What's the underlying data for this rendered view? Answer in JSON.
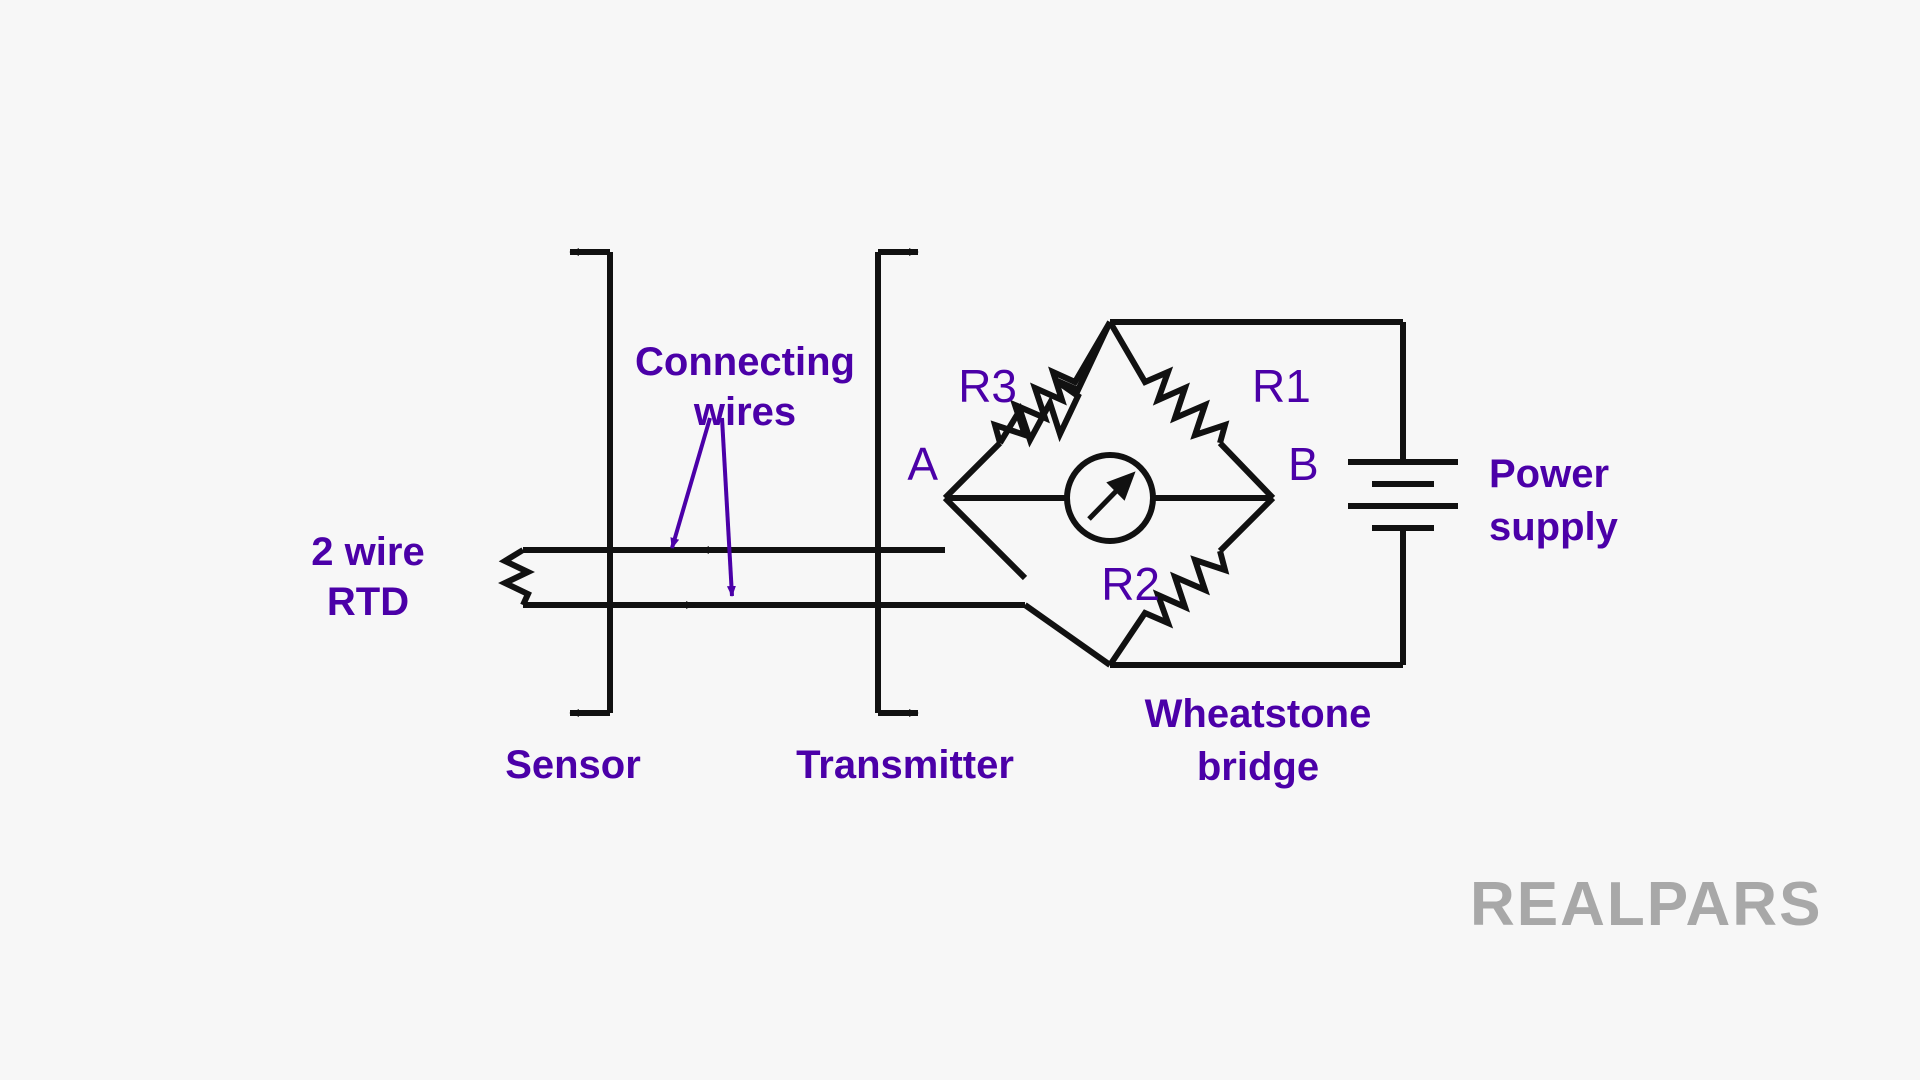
{
  "diagram": {
    "title": "2 wire RTD connected to transmitter Wheatstone bridge",
    "background_color": "#f7f7f7",
    "line_color": "#111111",
    "label_color": "#4b00a8",
    "logo_color": "#a8a8a8"
  },
  "labels": {
    "rtd_line1": "2 wire",
    "rtd_line2": "RTD",
    "connecting_line1": "Connecting",
    "connecting_line2": "wires",
    "sensor": "Sensor",
    "transmitter": "Transmitter",
    "wheatstone_line1": "Wheatstone",
    "wheatstone_line2": "bridge",
    "power_line1": "Power",
    "power_line2": "supply",
    "node_a": "A",
    "node_b": "B",
    "r1": "R1",
    "r2": "R2",
    "r3": "R3"
  },
  "components": {
    "rtd": {
      "name": "2 wire RTD",
      "symbol": "resistor-zigzag"
    },
    "galvanometer": {
      "name": "galvanometer",
      "symbol": "circle-with-needle"
    },
    "battery": {
      "name": "power supply battery",
      "symbol": "battery-cells",
      "cell_count": 2
    },
    "bridge_resistors": [
      "R3",
      "R1",
      "R2"
    ],
    "bridge_nodes": [
      "A",
      "B"
    ]
  },
  "branding": {
    "logo": "REALPARS"
  }
}
